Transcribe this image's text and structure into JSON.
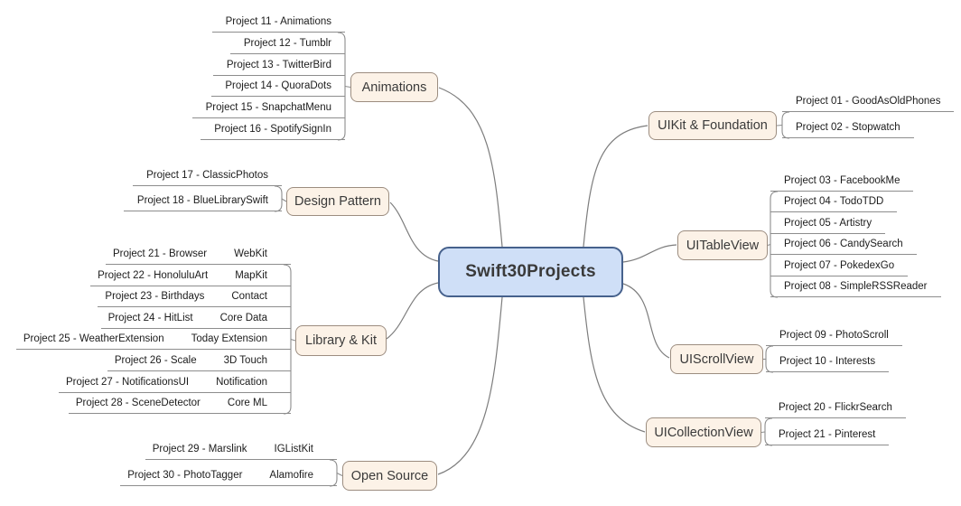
{
  "diagram": {
    "type": "mindmap",
    "background": "#ffffff",
    "line_color": "#8d8d8d",
    "curve_color": "#7d7d7d"
  },
  "root": {
    "label": "Swift30Projects",
    "fill": "#cfdff7",
    "border": "#46618c"
  },
  "branch_style": {
    "fill": "#fcf2e7",
    "border": "#9c8d80"
  },
  "branches": [
    {
      "label": "Animations",
      "side": "left",
      "leaves": [
        {
          "label": "Project 11 - Animations"
        },
        {
          "label": "Project 12 - Tumblr"
        },
        {
          "label": "Project 13 - TwitterBird"
        },
        {
          "label": "Project 14 - QuoraDots"
        },
        {
          "label": "Project 15 - SnapchatMenu"
        },
        {
          "label": "Project 16 - SpotifySignIn"
        }
      ]
    },
    {
      "label": "Design Pattern",
      "side": "left",
      "leaves": [
        {
          "label": "Project 17 - ClassicPhotos"
        },
        {
          "label": "Project 18 - BlueLibrarySwift"
        }
      ]
    },
    {
      "label": "Library & Kit",
      "side": "left",
      "leaves": [
        {
          "label": "Project 21 - Browser",
          "kit": "WebKit"
        },
        {
          "label": "Project 22 - HonoluluArt",
          "kit": "MapKit"
        },
        {
          "label": "Project 23 - Birthdays",
          "kit": "Contact"
        },
        {
          "label": "Project 24 - HitList",
          "kit": "Core Data"
        },
        {
          "label": "Project 25 - WeatherExtension",
          "kit": "Today Extension"
        },
        {
          "label": "Project 26 - Scale",
          "kit": "3D Touch"
        },
        {
          "label": "Project 27 - NotificationsUI",
          "kit": "Notification"
        },
        {
          "label": "Project 28 - SceneDetector",
          "kit": "Core ML"
        }
      ]
    },
    {
      "label": "Open Source",
      "side": "left",
      "leaves": [
        {
          "label": "Project 29 - Marslink",
          "kit": "IGListKit"
        },
        {
          "label": "Project 30 - PhotoTagger",
          "kit": "Alamofire"
        }
      ]
    },
    {
      "label": "UIKit & Foundation",
      "side": "right",
      "leaves": [
        {
          "label": "Project 01 - GoodAsOldPhones"
        },
        {
          "label": "Project 02 - Stopwatch"
        }
      ]
    },
    {
      "label": "UITableView",
      "side": "right",
      "leaves": [
        {
          "label": "Project 03 - FacebookMe"
        },
        {
          "label": "Project 04 - TodoTDD"
        },
        {
          "label": "Project 05 - Artistry"
        },
        {
          "label": "Project 06 - CandySearch"
        },
        {
          "label": "Project 07 - PokedexGo"
        },
        {
          "label": "Project 08 - SimpleRSSReader"
        }
      ]
    },
    {
      "label": "UIScrollView",
      "side": "right",
      "leaves": [
        {
          "label": "Project 09 - PhotoScroll"
        },
        {
          "label": "Project 10 - Interests"
        }
      ]
    },
    {
      "label": "UICollectionView",
      "side": "right",
      "leaves": [
        {
          "label": "Project 20 - FlickrSearch"
        },
        {
          "label": "Project  21 - Pinterest"
        }
      ]
    }
  ]
}
